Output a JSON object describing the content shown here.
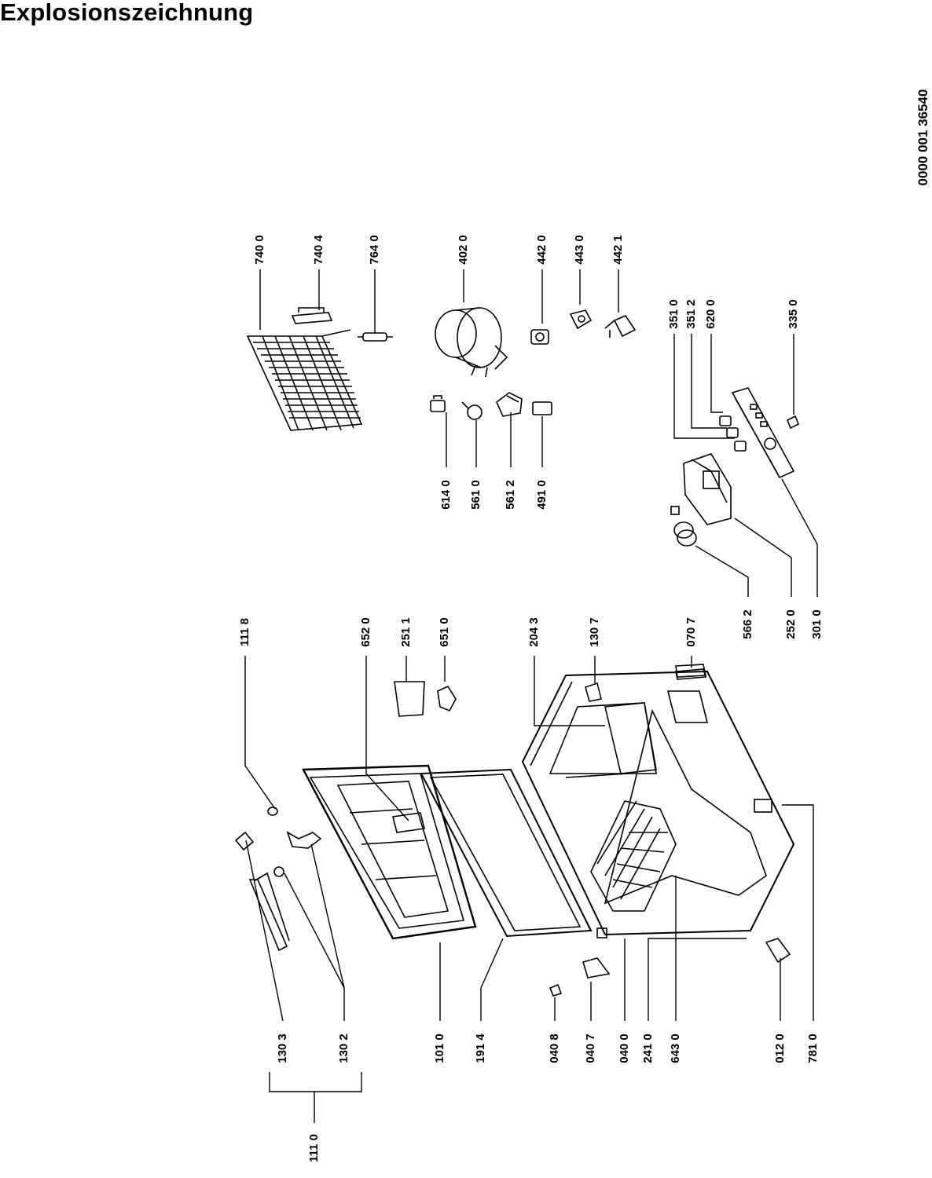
{
  "page": {
    "title": "Explosionszeichnung",
    "doc_number": "0000 001 36540"
  },
  "part_labels": [
    "111 0",
    "130 3",
    "130 2",
    "101 0",
    "191 4",
    "040 8",
    "040 7",
    "040 0",
    "241 0",
    "643 0",
    "012 0",
    "781 0",
    "111 8",
    "652 0",
    "251 1",
    "651 0",
    "204 3",
    "130 7",
    "070 7",
    "566 2",
    "252 0",
    "301 0",
    "740 0",
    "740 4",
    "764 0",
    "402 0",
    "442 0",
    "443 0",
    "442 1",
    "351 0",
    "351 2",
    "620 0",
    "335 0",
    "614 0",
    "561 0",
    "561 2",
    "491 0"
  ],
  "colors": {
    "ink": "#000000",
    "background": "#ffffff"
  }
}
